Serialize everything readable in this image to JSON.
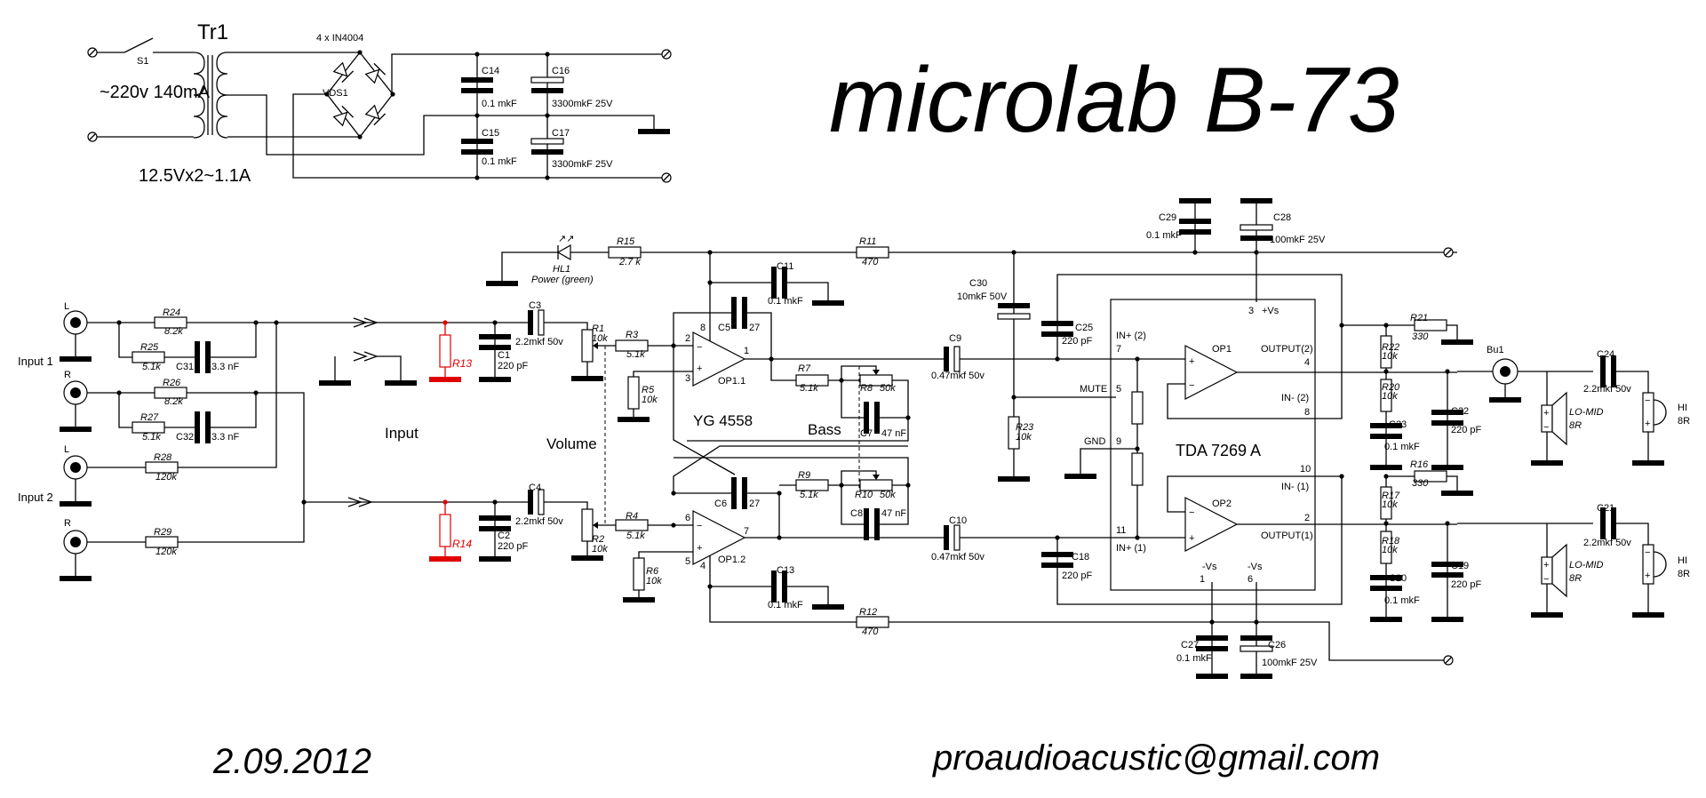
{
  "title": "microlab B-73",
  "footer": {
    "date": "2.09.2012",
    "email": "proaudioacustic@gmail.com"
  },
  "colors": {
    "wire": "#000000",
    "highlight": "#e00000",
    "background": "#ffffff"
  },
  "power_supply": {
    "transformer": "Tr1",
    "switch": "S1",
    "primary": "~220v 140mA",
    "secondary": "12.5Vx2~1.1A",
    "bridge_label": "4 x IN4004",
    "bridge": "VDS1",
    "c14": {
      "name": "C14",
      "value": "0.1 mkF"
    },
    "c15": {
      "name": "C15",
      "value": "0.1 mkF"
    },
    "c16": {
      "name": "C16",
      "value": "3300mkF 25V"
    },
    "c17": {
      "name": "C17",
      "value": "3300mkF 25V"
    }
  },
  "inputs": {
    "input1": "Input 1",
    "input2": "Input 2",
    "jack_l1": "L",
    "jack_r1": "R",
    "jack_l2": "L",
    "jack_r2": "R",
    "section": "Input",
    "r24": {
      "name": "R24",
      "value": "8.2k"
    },
    "r25": {
      "name": "R25",
      "value": "5.1k"
    },
    "c31": {
      "name": "C31",
      "value": "3.3 nF"
    },
    "r26": {
      "name": "R26",
      "value": "8.2k"
    },
    "r27": {
      "name": "R27",
      "value": "5.1k"
    },
    "c32": {
      "name": "C32",
      "value": "3.3 nF"
    },
    "r28": {
      "name": "R28",
      "value": "120k"
    },
    "r29": {
      "name": "R29",
      "value": "120k"
    },
    "r13": "R13",
    "r14": "R14"
  },
  "preamp": {
    "led": {
      "name": "HL1",
      "value": "Power (green)"
    },
    "r15": {
      "name": "R15",
      "value": "2.7 k"
    },
    "r11": {
      "name": "R11",
      "value": "470"
    },
    "r12": {
      "name": "R12",
      "value": "470"
    },
    "c11": {
      "name": "C11",
      "value": "0.1 mkF"
    },
    "c13": {
      "name": "C13",
      "value": "0.1 mkF"
    },
    "c1": {
      "name": "C1",
      "value": "220 pF"
    },
    "c2": {
      "name": "C2",
      "value": "220 pF"
    },
    "c3": {
      "name": "C3",
      "value": "2.2mkf 50v"
    },
    "c4": {
      "name": "C4",
      "value": "2.2mkf 50v"
    },
    "r1": {
      "name": "R1",
      "value": "10k"
    },
    "r2": {
      "name": "R2",
      "value": "10k"
    },
    "r3": {
      "name": "R3",
      "value": "5.1k"
    },
    "r4": {
      "name": "R4",
      "value": "5.1k"
    },
    "r5": {
      "name": "R5",
      "value": "10k"
    },
    "r6": {
      "name": "R6",
      "value": "10k"
    },
    "c5": {
      "name": "C5",
      "value": "27"
    },
    "c6": {
      "name": "C6",
      "value": "27"
    },
    "op11": "OP1.1",
    "op12": "OP1.2",
    "opamp_chip": "YG 4558",
    "volume": "Volume",
    "bass": "Bass",
    "pins": {
      "p1": "1",
      "p2": "2",
      "p3": "3",
      "p4": "4",
      "p5": "5",
      "p6": "6",
      "p7": "7",
      "p8": "8"
    },
    "r7": {
      "name": "R7",
      "value": "5.1k"
    },
    "r9": {
      "name": "R9",
      "value": "5.1k"
    },
    "r8": {
      "name": "R8",
      "value": "50k"
    },
    "r10": {
      "name": "R10",
      "value": "50k"
    },
    "c7": {
      "name": "C7",
      "value": "47 nF"
    },
    "c8": {
      "name": "C8",
      "value": "47 nF"
    },
    "c9": {
      "name": "C9",
      "value": "0.47mkf 50v"
    },
    "c10": {
      "name": "C10",
      "value": "0.47mkf 50v"
    }
  },
  "amplifier": {
    "chip": "TDA 7269 A",
    "op1": "OP1",
    "op2": "OP2",
    "c29": {
      "name": "C29",
      "value": "0.1 mkF"
    },
    "c28": {
      "name": "C28",
      "value": "100mkF 25V"
    },
    "c30": {
      "name": "C30",
      "value": "10mkF 50V"
    },
    "c25": {
      "name": "C25",
      "value": "220 pF"
    },
    "c18": {
      "name": "C18",
      "value": "220 pF"
    },
    "c27": {
      "name": "C27",
      "value": "0.1 mkF"
    },
    "c26": {
      "name": "C26",
      "value": "100mkF 25V"
    },
    "r23": {
      "name": "R23",
      "value": "10k"
    },
    "pin_labels": {
      "vs_pos": "+Vs",
      "vs_pos_pin": "3",
      "in2p": "IN+ (2)",
      "in2p_pin": "7",
      "mute": "MUTE",
      "mute_pin": "5",
      "gnd": "GND",
      "gnd_pin": "9",
      "out2": "OUTPUT(2)",
      "out2_pin": "4",
      "in2n": "IN- (2)",
      "in2n_pin": "8",
      "in1n": "IN- (1)",
      "in1n_pin": "10",
      "out1": "OUTPUT(1)",
      "out1_pin": "2",
      "in1p": "IN+ (1)",
      "in1p_pin": "11",
      "vs_neg1": "-Vs",
      "vs_neg1_pin": "1",
      "vs_neg2": "-Vs",
      "vs_neg2_pin": "6"
    }
  },
  "output": {
    "r21": {
      "name": "R21",
      "value": "330"
    },
    "r22": {
      "name": "R22",
      "value": "10k"
    },
    "r20": {
      "name": "R20",
      "value": "10k"
    },
    "c23": {
      "name": "C23",
      "value": "0.1 mkF"
    },
    "c22": {
      "name": "C22",
      "value": "220 pF"
    },
    "bu1": "Bu1",
    "c24": {
      "name": "C24",
      "value": "2.2mkf 50v"
    },
    "r16": {
      "name": "R16",
      "value": "330"
    },
    "r17": {
      "name": "R17",
      "value": "10k"
    },
    "r18": {
      "name": "R18",
      "value": "10k"
    },
    "c20": {
      "name": "C20",
      "value": "0.1 mkF"
    },
    "c19": {
      "name": "C19",
      "value": "220 pF"
    },
    "c21": {
      "name": "C21",
      "value": "2.2mkf 50v"
    },
    "lomid": "LO-MID",
    "lomid_imp": "8R",
    "hi": "HI",
    "hi_imp": "8R"
  }
}
